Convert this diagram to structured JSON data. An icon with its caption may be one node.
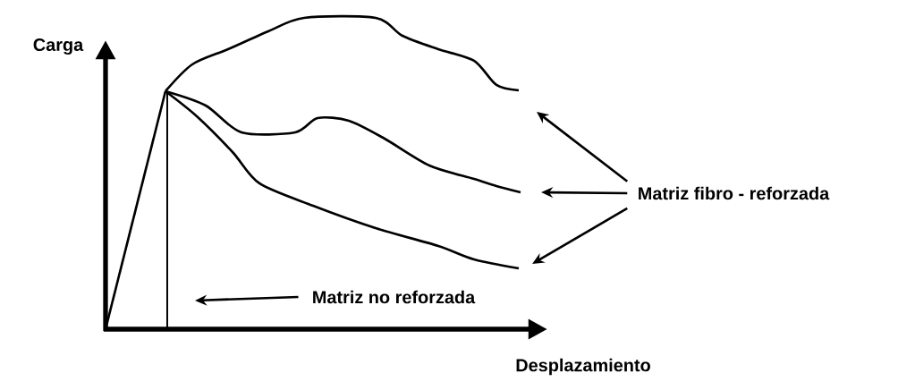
{
  "diagram": {
    "nodes": [
      {
        "text": [
          "Matriz fibro - reforzada"
        ]
      },
      {
        "text": [
          "Matriz no reforzada"
        ]
      }
    ],
    "edges": [
      {
        "from": 0,
        "to": null,
        "arrow": "to"
      },
      {
        "from": 0,
        "to": null,
        "arrow": "to"
      },
      {
        "from": 0,
        "to": null,
        "arrow": "to"
      },
      {
        "from": 1,
        "to": null,
        "arrow": "to"
      }
    ],
    "labels": [
      "Carga",
      "Desplazamiento"
    ]
  }
}
